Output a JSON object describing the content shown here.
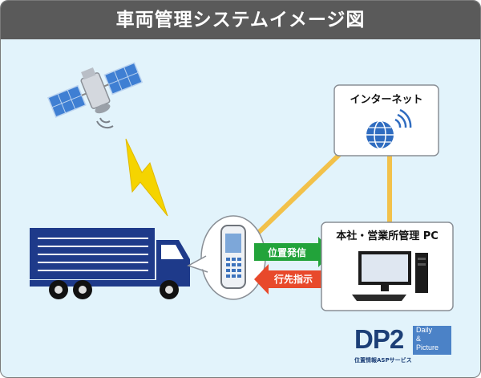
{
  "title": "車両管理システムイメージ図",
  "nodes": {
    "internet": "インターネット",
    "office": "本社・営業所管理 PC"
  },
  "arrows": {
    "send": "位置発信",
    "receive": "行先指示"
  },
  "logo": {
    "main": "DP2",
    "line1": "Daily",
    "line2": "&",
    "line3": "Picture",
    "subtitle": "位置情報ASPサービス"
  },
  "colors": {
    "title_bar": "#5a5a5a",
    "background": "#e2f3fb",
    "truck": "#1e3a8a",
    "link_line": "#f2c14a",
    "send_arrow": "#22a33a",
    "receive_arrow": "#e8492b",
    "lightning": "#f5d400",
    "logo_blue": "#1c3f77"
  },
  "icons": [
    "satellite-icon",
    "lightning-icon",
    "truck-icon",
    "mobile-phone-icon",
    "globe-wifi-icon",
    "desktop-pc-icon"
  ]
}
